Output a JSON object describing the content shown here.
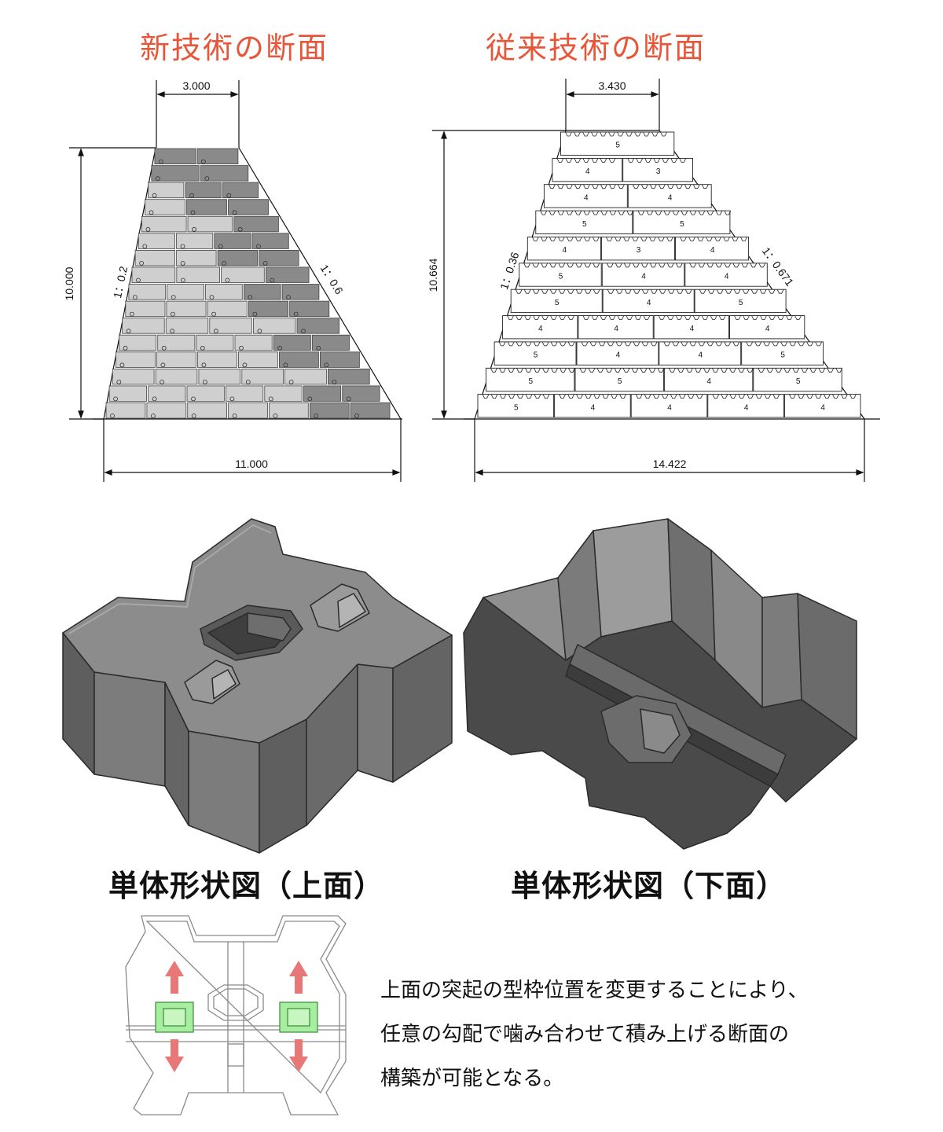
{
  "titles": {
    "new_section": "新技術の断面",
    "old_section": "従来技術の断面"
  },
  "new_section": {
    "top_width": "3.000",
    "height": "10.000",
    "base_width": "11.000",
    "slope_left": "1：0.2",
    "slope_right": "1：0.6"
  },
  "old_section": {
    "top_width": "3.430",
    "height": "10.664",
    "base_width": "14.422",
    "slope_left": "1：0.36",
    "slope_right": "1：0.671",
    "row_labels": [
      [
        "5"
      ],
      [
        "4",
        "3"
      ],
      [
        "4",
        "4"
      ],
      [
        "5",
        "5"
      ],
      [
        "4",
        "3",
        "4"
      ],
      [
        "5",
        "4",
        "4"
      ],
      [
        "5",
        "4",
        "5"
      ],
      [
        "4",
        "4",
        "4",
        "4"
      ],
      [
        "5",
        "4",
        "4",
        "5"
      ],
      [
        "5",
        "5",
        "4",
        "5"
      ],
      [
        "5",
        "4",
        "4",
        "4",
        "4"
      ]
    ]
  },
  "captions": {
    "top_view": "単体形状図（上面）",
    "bottom_view": "単体形状図（下面）"
  },
  "description": {
    "line1": "上面の突起の型枠位置を変更することにより、",
    "line2": "任意の勾配で噛み合わせて積み上げる断面の",
    "line3": "構築が可能となる。"
  },
  "colors": {
    "title": "#e8563a",
    "block_light": "#cfcfcf",
    "block_dark": "#8a8a8a",
    "arrow": "#e87878",
    "boss_green": "#a8eea0"
  }
}
